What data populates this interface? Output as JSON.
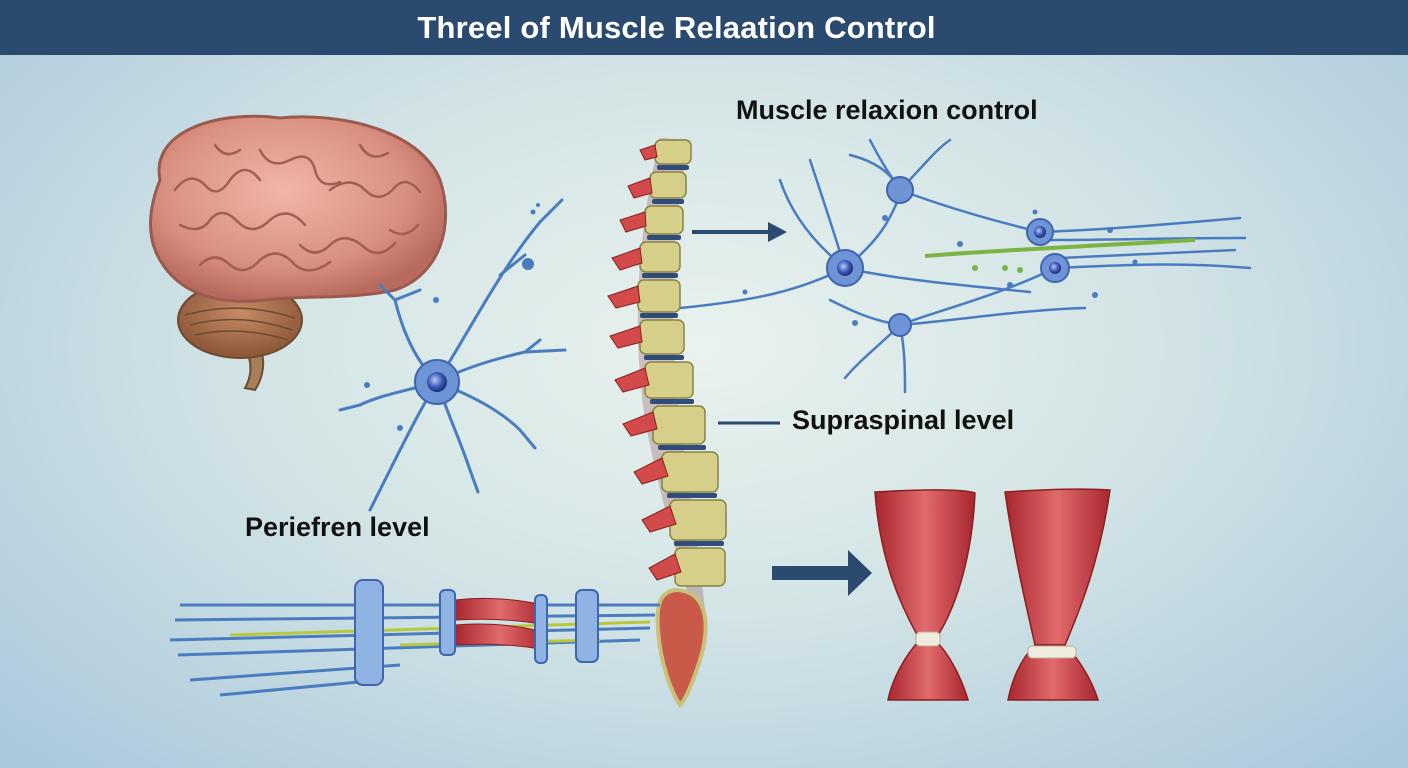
{
  "header": {
    "title": "Threel of Muscle Relaation Control"
  },
  "labels": {
    "muscle_relaxion": "Muscle relaxion control",
    "supraspinal": "Supraspinal level",
    "peripheral": "Periefren level"
  },
  "colors": {
    "banner": "#2b4a70",
    "nerve": "#4a7cc0",
    "muscle": "#c9444a",
    "bone": "#c9c07a",
    "brain": "#d9968a",
    "arrow": "#2b4a70"
  }
}
